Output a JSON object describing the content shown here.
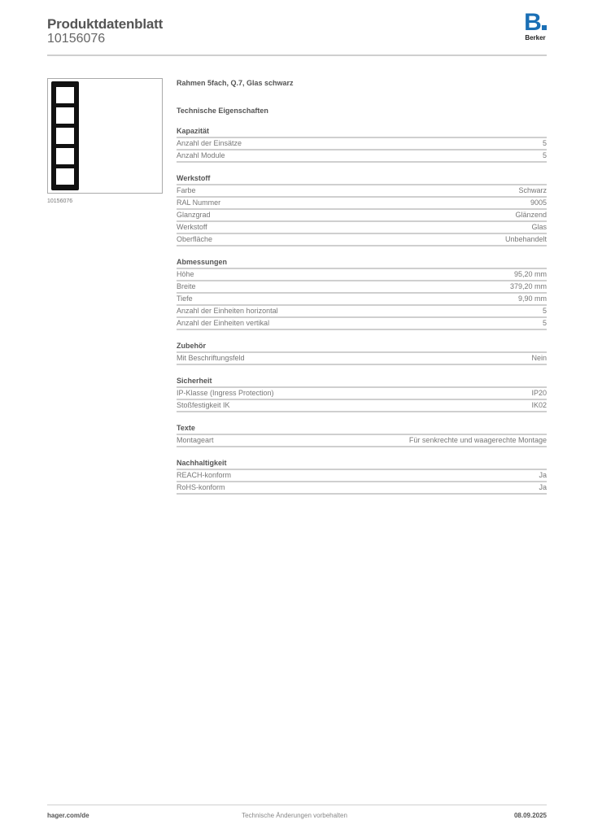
{
  "header": {
    "title": "Produktdatenblatt",
    "article_number": "10156076",
    "logo": {
      "mark": "B",
      "text": "Berker",
      "color": "#1a6fb5"
    }
  },
  "product_image": {
    "caption": "10156076",
    "description": "5-gang vertical black glass frame"
  },
  "product": {
    "name": "Rahmen 5fach, Q.7, Glas schwarz",
    "section_title": "Technische Eigenschaften"
  },
  "groups": [
    {
      "title": "Kapazität",
      "rows": [
        {
          "label": "Anzahl der Einsätze",
          "value": "5"
        },
        {
          "label": "Anzahl Module",
          "value": "5"
        }
      ]
    },
    {
      "title": "Werkstoff",
      "rows": [
        {
          "label": "Farbe",
          "value": "Schwarz"
        },
        {
          "label": "RAL Nummer",
          "value": "9005"
        },
        {
          "label": "Glanzgrad",
          "value": "Glänzend"
        },
        {
          "label": "Werkstoff",
          "value": "Glas"
        },
        {
          "label": "Oberfläche",
          "value": "Unbehandelt"
        }
      ]
    },
    {
      "title": "Abmessungen",
      "rows": [
        {
          "label": "Höhe",
          "value": "95,20 mm"
        },
        {
          "label": "Breite",
          "value": "379,20 mm"
        },
        {
          "label": "Tiefe",
          "value": "9,90 mm"
        },
        {
          "label": "Anzahl der Einheiten horizontal",
          "value": "5"
        },
        {
          "label": "Anzahl der Einheiten vertikal",
          "value": "5"
        }
      ]
    },
    {
      "title": "Zubehör",
      "rows": [
        {
          "label": "Mit Beschriftungsfeld",
          "value": "Nein"
        }
      ]
    },
    {
      "title": "Sicherheit",
      "rows": [
        {
          "label": "IP-Klasse (Ingress Protection)",
          "value": "IP20"
        },
        {
          "label": "Stoßfestigkeit IK",
          "value": "IK02"
        }
      ]
    },
    {
      "title": "Texte",
      "rows": [
        {
          "label": "Montageart",
          "value": "Für senkrechte und waagerechte Montage"
        }
      ]
    },
    {
      "title": "Nachhaltigkeit",
      "rows": [
        {
          "label": "REACH-konform",
          "value": "Ja"
        },
        {
          "label": "RoHS-konform",
          "value": "Ja"
        }
      ]
    }
  ],
  "footer": {
    "website": "hager.com/de",
    "disclaimer": "Technische Änderungen vorbehalten",
    "date": "08.09.2025"
  }
}
